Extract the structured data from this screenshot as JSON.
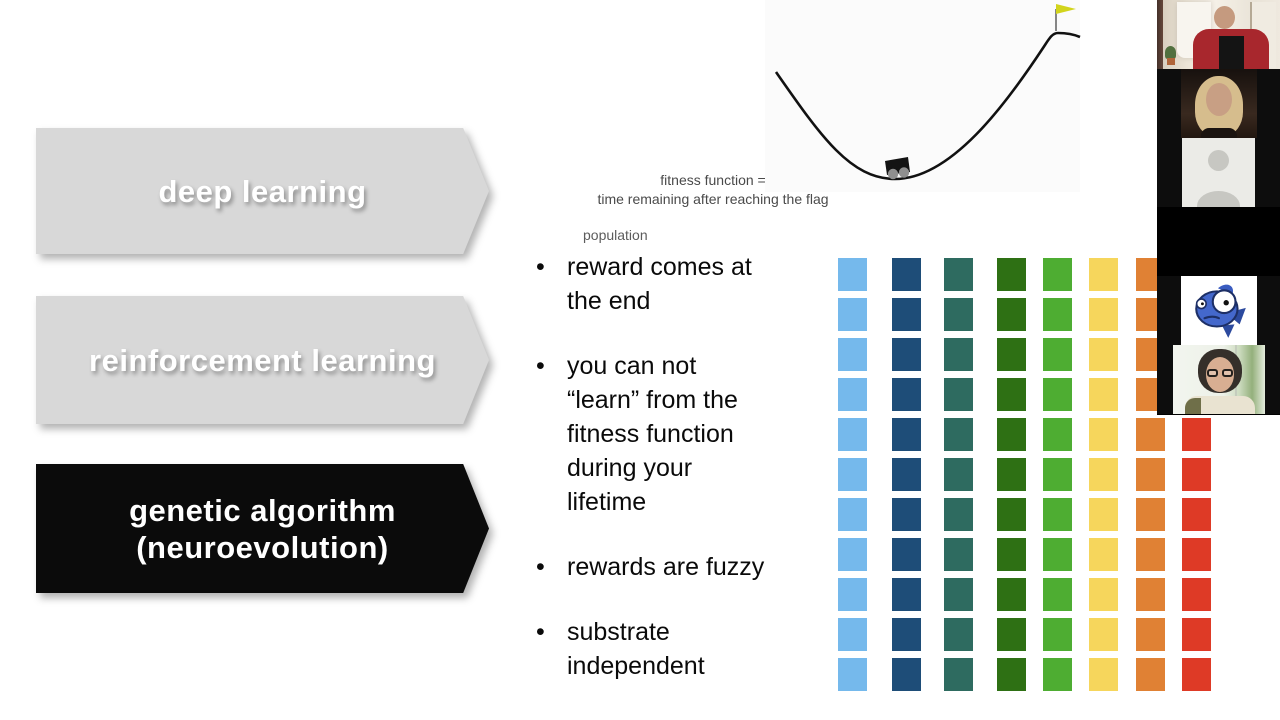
{
  "slide": {
    "pipeline_steps": [
      {
        "label": "deep learning",
        "state": "inactive"
      },
      {
        "label": "reinforcement learning",
        "state": "inactive"
      },
      {
        "label": "genetic algorithm\n(neuroevolution)",
        "state": "active"
      }
    ],
    "mountain_car": {
      "caption_line1": "fitness function =",
      "caption_line2": "time remaining after reaching the flag",
      "flag_color": "#d2d41c",
      "elements": [
        "valley-curve",
        "cart-with-wheels",
        "goal-flag"
      ]
    },
    "population_label": "population",
    "bullet_char": "•",
    "bullets": [
      "reward comes at\nthe end",
      "you can not\n“learn” from the\nfitness function\nduring your\nlifetime",
      "rewards are fuzzy",
      "substrate\nindependent"
    ],
    "colors": {
      "arrow_gray": "#d8d8d8",
      "arrow_black": "#0b0b0b",
      "arrow_text": "#ffffff",
      "body_text": "#0a0a0a",
      "caption_text": "#4a4a4a"
    }
  },
  "population_grid": {
    "rows": 11,
    "columns": [
      {
        "name": "light-blue",
        "color": "#75b9ec"
      },
      {
        "name": "navy-blue",
        "color": "#1e4d78"
      },
      {
        "name": "teal-green",
        "color": "#2e6b60"
      },
      {
        "name": "dark-green",
        "color": "#2e7014"
      },
      {
        "name": "green",
        "color": "#4ead32"
      },
      {
        "name": "yellow",
        "color": "#f6d65c"
      },
      {
        "name": "orange",
        "color": "#e08134"
      },
      {
        "name": "red",
        "color": "#de3a26"
      }
    ]
  },
  "video_sidebar": {
    "participants": [
      {
        "name": "man-in-red-jacket",
        "video_on": true
      },
      {
        "name": "blonde-woman",
        "video_on": true
      },
      {
        "name": "avatar-placeholder",
        "video_on": false
      },
      {
        "name": "camera-off",
        "video_on": false
      },
      {
        "name": "fish-cartoon-avatar",
        "video_on": true
      },
      {
        "name": "person-with-glasses",
        "video_on": true
      }
    ]
  }
}
